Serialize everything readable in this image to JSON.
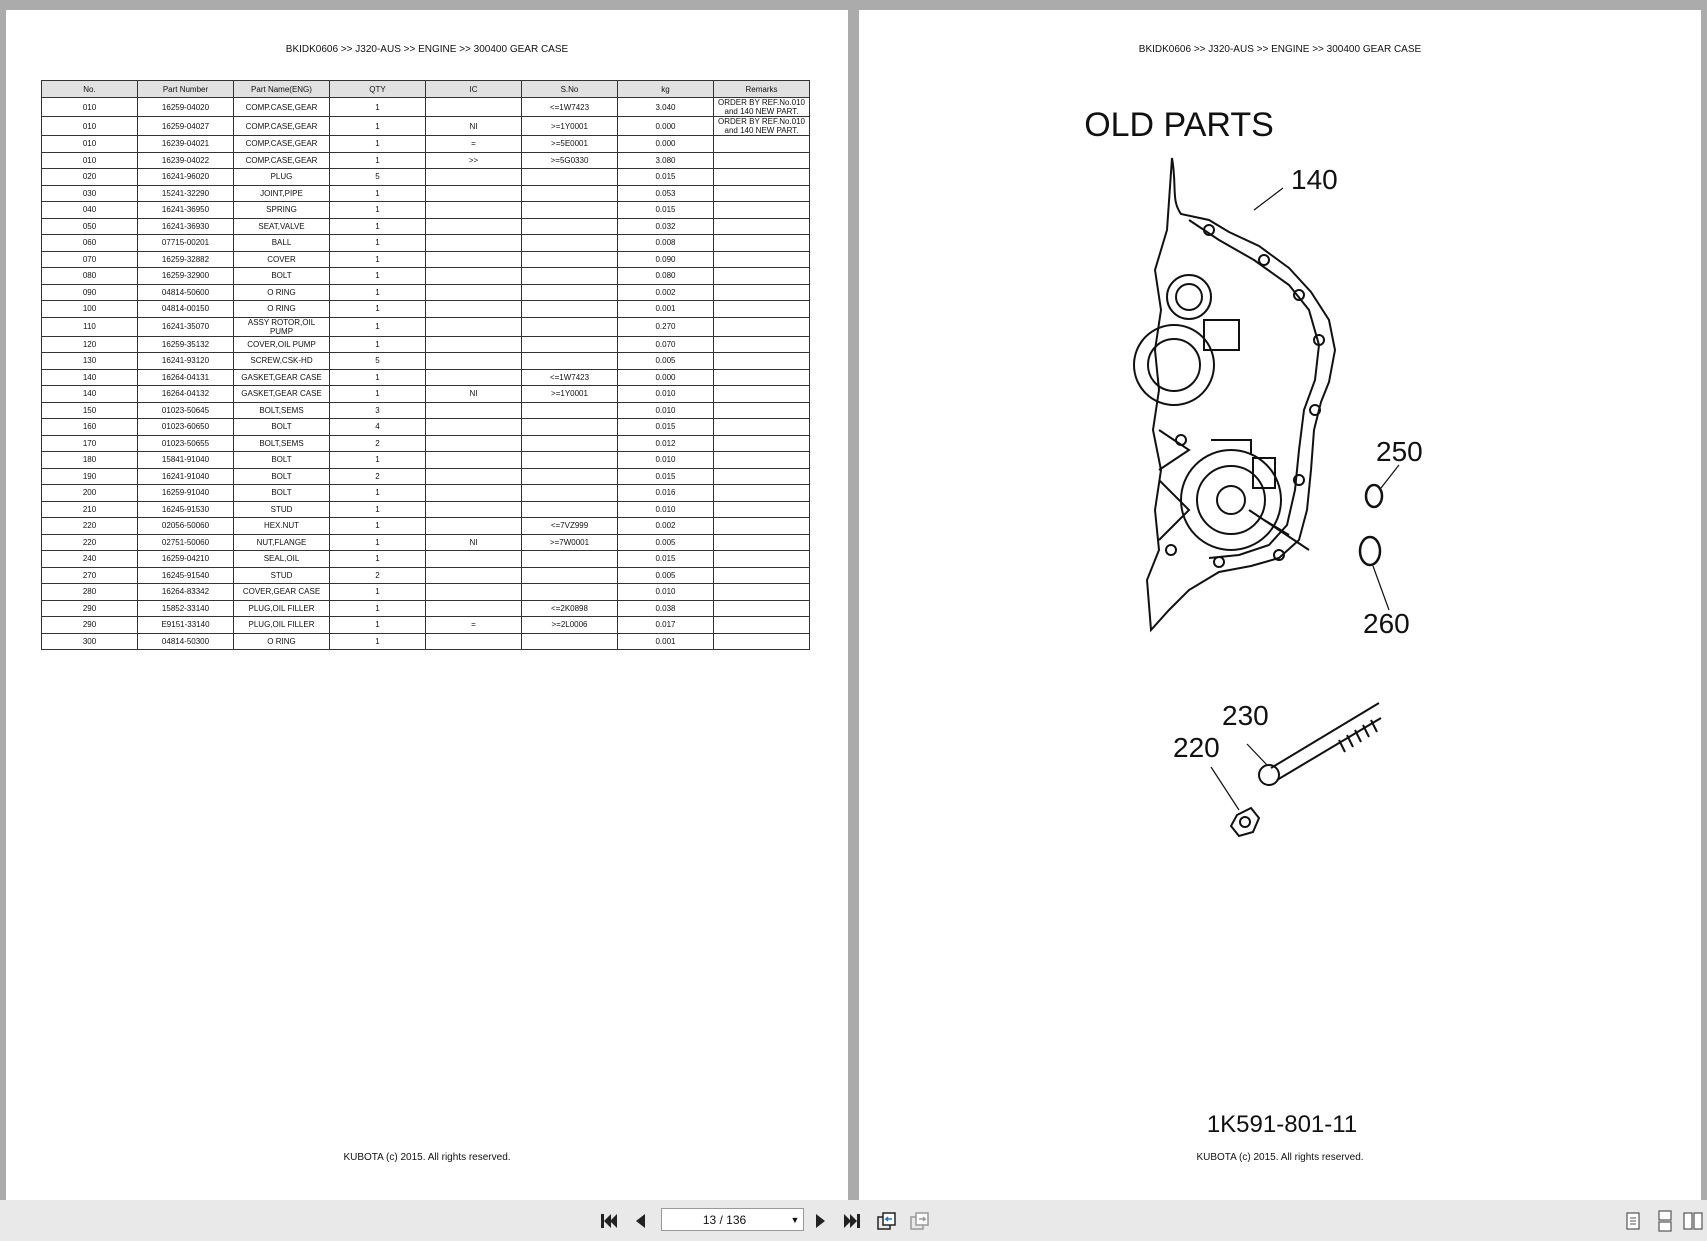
{
  "breadcrumb": "BKIDK0606 >> J320-AUS >> ENGINE >> 300400   GEAR CASE",
  "footer": "KUBOTA (c) 2015. All rights reserved.",
  "table": {
    "headers": [
      "No.",
      "Part Number",
      "Part Name(ENG)",
      "QTY",
      "IC",
      "S.No",
      "kg",
      "Remarks"
    ],
    "rows": [
      [
        "010",
        "16259-04020",
        "COMP.CASE,GEAR",
        "1",
        "",
        "<=1W7423",
        "3.040",
        "ORDER BY REF.No.010 and 140 NEW PART."
      ],
      [
        "010",
        "16259-04027",
        "COMP.CASE,GEAR",
        "1",
        "NI",
        ">=1Y0001",
        "0.000",
        "ORDER BY REF.No.010 and 140 NEW PART."
      ],
      [
        "010",
        "16239-04021",
        "COMP.CASE,GEAR",
        "1",
        "=",
        ">=5E0001",
        "0.000",
        ""
      ],
      [
        "010",
        "16239-04022",
        "COMP.CASE,GEAR",
        "1",
        ">>",
        ">=5G0330",
        "3.080",
        ""
      ],
      [
        "020",
        "16241-96020",
        "PLUG",
        "5",
        "",
        "",
        "0.015",
        ""
      ],
      [
        "030",
        "15241-32290",
        "JOINT,PIPE",
        "1",
        "",
        "",
        "0.053",
        ""
      ],
      [
        "040",
        "16241-36950",
        "SPRING",
        "1",
        "",
        "",
        "0.015",
        ""
      ],
      [
        "050",
        "16241-36930",
        "SEAT,VALVE",
        "1",
        "",
        "",
        "0.032",
        ""
      ],
      [
        "060",
        "07715-00201",
        "BALL",
        "1",
        "",
        "",
        "0.008",
        ""
      ],
      [
        "070",
        "16259-32882",
        "COVER",
        "1",
        "",
        "",
        "0.090",
        ""
      ],
      [
        "080",
        "16259-32900",
        "BOLT",
        "1",
        "",
        "",
        "0.080",
        ""
      ],
      [
        "090",
        "04814-50600",
        "O RING",
        "1",
        "",
        "",
        "0.002",
        ""
      ],
      [
        "100",
        "04814-00150",
        "O RING",
        "1",
        "",
        "",
        "0.001",
        ""
      ],
      [
        "110",
        "16241-35070",
        "ASSY ROTOR,OIL PUMP",
        "1",
        "",
        "",
        "0.270",
        ""
      ],
      [
        "120",
        "16259-35132",
        "COVER,OIL PUMP",
        "1",
        "",
        "",
        "0.070",
        ""
      ],
      [
        "130",
        "16241-93120",
        "SCREW,CSK-HD",
        "5",
        "",
        "",
        "0.005",
        ""
      ],
      [
        "140",
        "16264-04131",
        "GASKET,GEAR CASE",
        "1",
        "",
        "<=1W7423",
        "0.000",
        ""
      ],
      [
        "140",
        "16264-04132",
        "GASKET,GEAR CASE",
        "1",
        "NI",
        ">=1Y0001",
        "0.010",
        ""
      ],
      [
        "150",
        "01023-50645",
        "BOLT,SEMS",
        "3",
        "",
        "",
        "0.010",
        ""
      ],
      [
        "160",
        "01023-60650",
        "BOLT",
        "4",
        "",
        "",
        "0.015",
        ""
      ],
      [
        "170",
        "01023-50655",
        "BOLT,SEMS",
        "2",
        "",
        "",
        "0.012",
        ""
      ],
      [
        "180",
        "15841-91040",
        "BOLT",
        "1",
        "",
        "",
        "0.010",
        ""
      ],
      [
        "190",
        "16241-91040",
        "BOLT",
        "2",
        "",
        "",
        "0.015",
        ""
      ],
      [
        "200",
        "16259-91040",
        "BOLT",
        "1",
        "",
        "",
        "0.016",
        ""
      ],
      [
        "210",
        "16245-91530",
        "STUD",
        "1",
        "",
        "",
        "0.010",
        ""
      ],
      [
        "220",
        "02056-50060",
        "HEX.NUT",
        "1",
        "",
        "<=7VZ999",
        "0.002",
        ""
      ],
      [
        "220",
        "02751-50060",
        "NUT,FLANGE",
        "1",
        "NI",
        ">=7W0001",
        "0.005",
        ""
      ],
      [
        "240",
        "16259-04210",
        "SEAL,OIL",
        "1",
        "",
        "",
        "0.015",
        ""
      ],
      [
        "270",
        "16245-91540",
        "STUD",
        "2",
        "",
        "",
        "0.005",
        ""
      ],
      [
        "280",
        "16264-83342",
        "COVER,GEAR CASE",
        "1",
        "",
        "",
        "0.010",
        ""
      ],
      [
        "290",
        "15852-33140",
        "PLUG,OIL FILLER",
        "1",
        "",
        "<=2K0898",
        "0.038",
        ""
      ],
      [
        "290",
        "E9151-33140",
        "PLUG,OIL FILLER",
        "1",
        "=",
        ">=2L0006",
        "0.017",
        ""
      ],
      [
        "300",
        "04814-50300",
        "O RING",
        "1",
        "",
        "",
        "0.001",
        ""
      ]
    ]
  },
  "diagram": {
    "title": "OLD PARTS",
    "callouts": [
      "140",
      "250",
      "260",
      "230",
      "220"
    ],
    "code": "1K591-801-11"
  },
  "toolbar": {
    "page_indicator": "13 / 136"
  }
}
